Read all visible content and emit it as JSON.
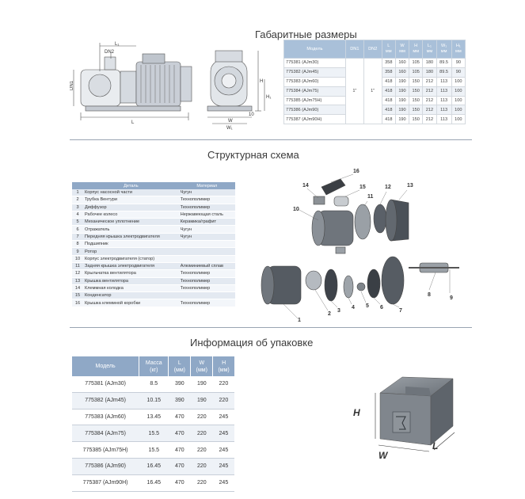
{
  "dimensions": {
    "title": "Габаритные размеры",
    "headers": [
      "Модель",
      "DN1",
      "DN2",
      "L",
      "W",
      "H",
      "L₁",
      "W₁",
      "H₁"
    ],
    "units": [
      "",
      "",
      "",
      "мм",
      "мм",
      "мм",
      "мм",
      "мм",
      "мм"
    ],
    "dn1": "1\"",
    "dn2": "1\"",
    "rows": [
      {
        "model": "775381 (AJm30)",
        "L": "358",
        "W": "160",
        "H": "105",
        "L1": "180",
        "W1": "89.5",
        "H1": "90"
      },
      {
        "model": "775382 (AJm45)",
        "L": "358",
        "W": "160",
        "H": "105",
        "L1": "180",
        "W1": "89.5",
        "H1": "90"
      },
      {
        "model": "775383 (AJm60)",
        "L": "418",
        "W": "190",
        "H": "150",
        "L1": "212",
        "W1": "113",
        "H1": "100"
      },
      {
        "model": "775384 (AJm75)",
        "L": "418",
        "W": "190",
        "H": "150",
        "L1": "212",
        "W1": "113",
        "H1": "100"
      },
      {
        "model": "775385 (AJm75H)",
        "L": "418",
        "W": "190",
        "H": "150",
        "L1": "212",
        "W1": "113",
        "H1": "100"
      },
      {
        "model": "775386 (AJm90)",
        "L": "418",
        "W": "190",
        "H": "150",
        "L1": "212",
        "W1": "113",
        "H1": "100"
      },
      {
        "model": "775387 (AJm90H)",
        "L": "418",
        "W": "190",
        "H": "150",
        "L1": "212",
        "W1": "113",
        "H1": "100"
      }
    ],
    "drawing_labels": {
      "L1": "L₁",
      "DN2": "DN2",
      "DN1": "DN1",
      "H1": "H₁",
      "H": "H",
      "L": "L",
      "W": "W",
      "W1": "W₁",
      "ten": "10"
    }
  },
  "structure": {
    "title": "Структурная схема",
    "headers": [
      "",
      "Деталь",
      "Материал"
    ],
    "rows": [
      {
        "n": "1",
        "part": "Корпус насосной части",
        "material": "Чугун"
      },
      {
        "n": "2",
        "part": "Трубка Вентури",
        "material": "Технополимер"
      },
      {
        "n": "3",
        "part": "Диффузор",
        "material": "Технополимер"
      },
      {
        "n": "4",
        "part": "Рабочее колесо",
        "material": "Нержавеющая сталь"
      },
      {
        "n": "5",
        "part": "Механическое уплотнение",
        "material": "Керамика/графит"
      },
      {
        "n": "6",
        "part": "Отражатель",
        "material": "Чугун"
      },
      {
        "n": "7",
        "part": "Передняя крышка электродвигателя",
        "material": "Чугун"
      },
      {
        "n": "8",
        "part": "Подшипник",
        "material": ""
      },
      {
        "n": "9",
        "part": "Ротор",
        "material": ""
      },
      {
        "n": "10",
        "part": "Корпус электродвигателя (статор)",
        "material": ""
      },
      {
        "n": "11",
        "part": "Задняя крышка электродвигателя",
        "material": "Алюминиевый сплав"
      },
      {
        "n": "12",
        "part": "Крыльчатка вентилятора",
        "material": "Технополимер"
      },
      {
        "n": "13",
        "part": "Крышка вентилятора",
        "material": "Технополимер"
      },
      {
        "n": "14",
        "part": "Клеммная колодка",
        "material": "Технополимер"
      },
      {
        "n": "15",
        "part": "Конденсатор",
        "material": ""
      },
      {
        "n": "16",
        "part": "Крышка клеммной коробки",
        "material": "Технополимер"
      }
    ],
    "callouts": [
      "1",
      "2",
      "3",
      "4",
      "5",
      "6",
      "7",
      "8",
      "9",
      "10",
      "11",
      "12",
      "13",
      "14",
      "15",
      "16"
    ]
  },
  "packaging": {
    "title": "Информация об упаковке",
    "headers": [
      {
        "name": "Модель",
        "unit": ""
      },
      {
        "name": "Масса",
        "unit": "(кг)"
      },
      {
        "name": "L",
        "unit": "(мм)"
      },
      {
        "name": "W",
        "unit": "(мм)"
      },
      {
        "name": "H",
        "unit": "(мм)"
      }
    ],
    "rows": [
      {
        "model": "775381 (AJm30)",
        "mass": "8.5",
        "L": "390",
        "W": "190",
        "H": "220"
      },
      {
        "model": "775382 (AJm45)",
        "mass": "10.15",
        "L": "390",
        "W": "190",
        "H": "220"
      },
      {
        "model": "775383 (AJm60)",
        "mass": "13.45",
        "L": "470",
        "W": "220",
        "H": "245"
      },
      {
        "model": "775384 (AJm75)",
        "mass": "15.5",
        "L": "470",
        "W": "220",
        "H": "245"
      },
      {
        "model": "775385 (AJm75H)",
        "mass": "15.5",
        "L": "470",
        "W": "220",
        "H": "245"
      },
      {
        "model": "775386 (AJm90)",
        "mass": "16.45",
        "L": "470",
        "W": "220",
        "H": "245"
      },
      {
        "model": "775387 (AJm90H)",
        "mass": "16.45",
        "L": "470",
        "W": "220",
        "H": "245"
      }
    ],
    "box_labels": {
      "H": "H",
      "W": "W",
      "L": "L"
    }
  },
  "colors": {
    "header_blue": "#8fa8c6",
    "row_light": "#e3e9f1",
    "separator": "#9aa5b3"
  }
}
